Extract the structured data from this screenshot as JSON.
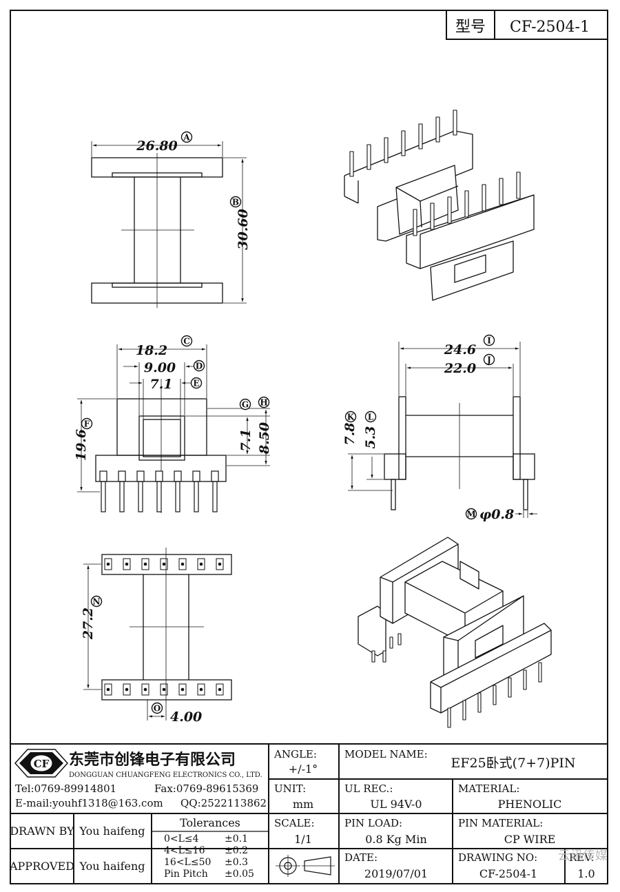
{
  "header": {
    "label_model": "型号",
    "model": "CF-2504-1"
  },
  "dimensions": {
    "A": "26.80",
    "B": "30.60",
    "C": "18.2",
    "D": "9.00",
    "E": "7.1",
    "F": "19.6",
    "G": "7.1",
    "H": "8.50",
    "I": "24.6",
    "J": "22.0",
    "K": "7.8",
    "L": "5.3",
    "M": "φ0.8",
    "N": "27.2",
    "O": "4.00"
  },
  "markers": [
    "A",
    "B",
    "C",
    "D",
    "E",
    "F",
    "G",
    "H",
    "I",
    "J",
    "K",
    "L",
    "M",
    "N",
    "O"
  ],
  "company": {
    "logo_text": "CF",
    "name_cn": "东莞市创锋电子有限公司",
    "name_en": "DONGGUAN CHUANGFENG ELECTRONICS CO., LTD.",
    "tel": "Tel:0769-89914801",
    "fax": "Fax:0769-89615369",
    "email": "E-mail:youhf1318@163.com",
    "qq": "QQ:2522113862"
  },
  "title_block": {
    "angle_label": "ANGLE:",
    "angle_value": "+/-1°",
    "model_label": "MODEL NAME:",
    "model_value": "EF25卧式(7+7)PIN",
    "unit_label": "UNIT:",
    "unit_value": "mm",
    "ul_label": "UL REC.:",
    "ul_value": "UL 94V-0",
    "material_label": "MATERIAL:",
    "material_value": "PHENOLIC",
    "drawn_label": "DRAWN BY",
    "drawn_value": "You haifeng",
    "tol_title": "Tolerances",
    "tolerances": [
      {
        "range": "0<L≤4",
        "tol": "±0.1"
      },
      {
        "range": "4<L≤16",
        "tol": "±0.2"
      },
      {
        "range": "16<L≤50",
        "tol": "±0.3"
      },
      {
        "range": "Pin Pitch",
        "tol": "±0.05"
      }
    ],
    "scale_label": "SCALE:",
    "scale_value": "1/1",
    "pinload_label": "PIN LOAD:",
    "pinload_value": "0.8 Kg Min",
    "pinmat_label": "PIN MATERIAL:",
    "pinmat_value": "CP WIRE",
    "approved_label": "APPROVED",
    "approved_value": "You haifeng",
    "date_label": "DATE:",
    "date_value": "2019/07/01",
    "drawing_label": "DRAWING NO:",
    "drawing_value": "CF-2504-1",
    "rev_label": "REV:",
    "rev_value": "1.0",
    "watermark": "云讯传媒"
  }
}
